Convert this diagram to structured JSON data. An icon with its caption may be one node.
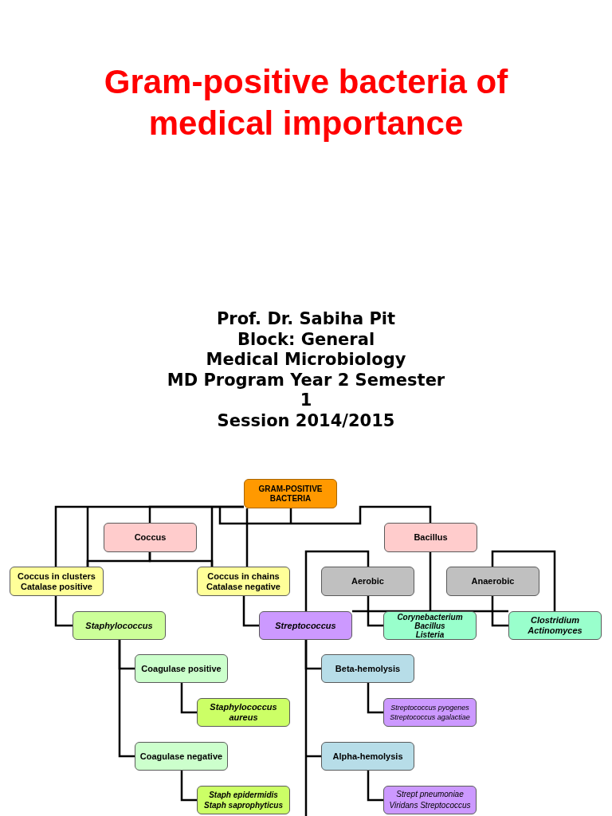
{
  "diagram": {
    "title": "Gram-positive bacteria of medical importance",
    "nodes": [
      {
        "text": [
          "GRAM-POSITIVE BACTERIA"
        ]
      },
      {
        "text": [
          "Coccus"
        ]
      },
      {
        "text": [
          "Bacillus"
        ]
      },
      {
        "text": [
          "Coccus in clusters",
          "Catalase positive"
        ]
      },
      {
        "text": [
          "Coccus in chains",
          "Catalase negative"
        ]
      },
      {
        "text": [
          "Aerobic"
        ]
      },
      {
        "text": [
          "Anaerobic"
        ]
      },
      {
        "text": [
          "Staphylococcus"
        ]
      },
      {
        "text": [
          "Streptococcus"
        ]
      },
      {
        "text": [
          "Corynebacterium",
          "Bacillus",
          "Listeria"
        ]
      },
      {
        "text": [
          "Clostridium",
          "Actinomyces"
        ]
      },
      {
        "text": [
          "Coagulase positive"
        ]
      },
      {
        "text": [
          "Beta-hemolysis"
        ]
      },
      {
        "text": [
          "Staphylococcus aureus"
        ]
      },
      {
        "text": [
          "Streptococcus pyogenes",
          "Streptococcus agalactiae"
        ]
      },
      {
        "text": [
          "Coagulase negative"
        ]
      },
      {
        "text": [
          "Alpha-hemolysis"
        ]
      },
      {
        "text": [
          "Staph epidermidis",
          "Staph saprophyticus"
        ]
      },
      {
        "text": [
          "Strept pneumoniae",
          "Viridans Streptococcus"
        ]
      }
    ],
    "edges": [
      {
        "from": 0,
        "to": 1,
        "arrow": "none"
      },
      {
        "from": 0,
        "to": 3,
        "arrow": "none"
      },
      {
        "from": 0,
        "to": 4,
        "arrow": "none"
      },
      {
        "from": 0,
        "to": 2,
        "arrow": "none"
      },
      {
        "from": 1,
        "to": 3,
        "arrow": "none"
      },
      {
        "from": 1,
        "to": 4,
        "arrow": "none"
      },
      {
        "from": 5,
        "to": 8,
        "arrow": "none"
      },
      {
        "from": 5,
        "to": 9,
        "arrow": "none"
      },
      {
        "from": 2,
        "to": 9,
        "arrow": "none"
      },
      {
        "from": 6,
        "to": 10,
        "arrow": "none"
      },
      {
        "from": 6,
        "to": 10,
        "arrow": "none"
      },
      {
        "from": 8,
        "to": 10,
        "arrow": "none"
      },
      {
        "from": 3,
        "to": 7,
        "arrow": "none"
      },
      {
        "from": 4,
        "to": 8,
        "arrow": "none"
      },
      {
        "from": 7,
        "to": 11,
        "arrow": "none"
      },
      {
        "from": 7,
        "to": 15,
        "arrow": "none"
      },
      {
        "from": 11,
        "to": 13,
        "arrow": "none"
      },
      {
        "from": 15,
        "to": 17,
        "arrow": "none"
      },
      {
        "from": 8,
        "to": 12,
        "arrow": "none"
      },
      {
        "from": 8,
        "to": 16,
        "arrow": "none"
      },
      {
        "from": 12,
        "to": 14,
        "arrow": "none"
      },
      {
        "from": 16,
        "to": 18,
        "arrow": "none"
      }
    ],
    "labels": [
      "Prof. Dr. Sabiha Pit",
      "Block: General",
      "Medical Microbiology",
      "MD Program Year 2 Semester 1",
      "Session 2014/2015"
    ]
  }
}
